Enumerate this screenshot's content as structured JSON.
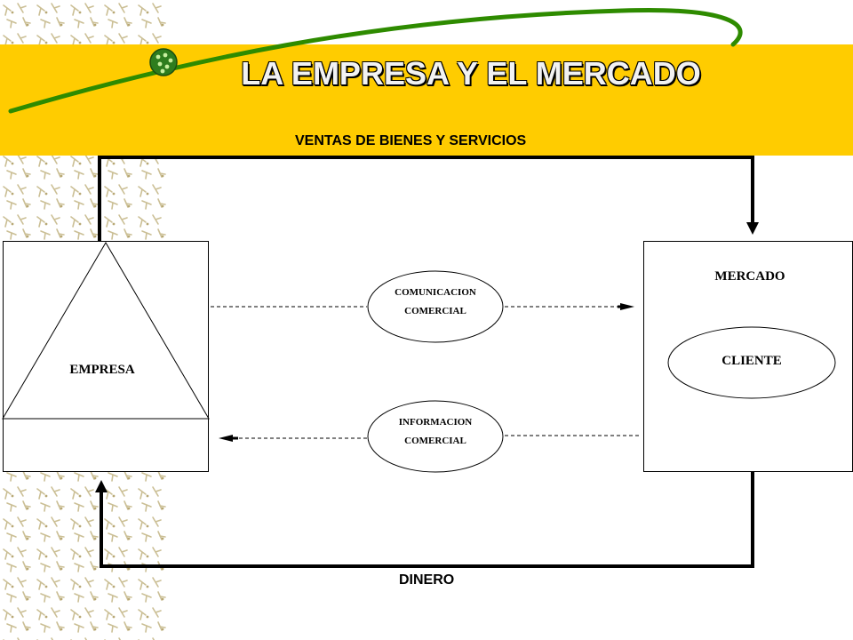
{
  "slide": {
    "title": "LA EMPRESA Y EL MERCADO"
  },
  "flows": {
    "top_label": "VENTAS DE BIENES Y SERVICIOS",
    "bottom_label": "DINERO"
  },
  "nodes": {
    "empresa": "EMPRESA",
    "mercado": "MERCADO",
    "cliente": "CLIENTE",
    "comunicacion_line1": "COMUNICACION",
    "comunicacion_line2": "COMERCIAL",
    "informacion_line1": "INFORMACION",
    "informacion_line2": "COMERCIAL"
  },
  "colors": {
    "banner": "#ffcc00",
    "swoosh": "#2e8b00",
    "pattern": "#c8b98a",
    "lines": "#000000"
  }
}
